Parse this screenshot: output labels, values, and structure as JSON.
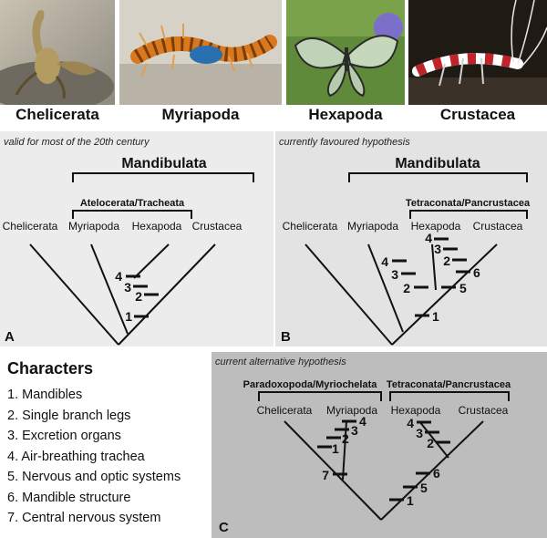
{
  "photos": [
    {
      "name": "Chelicerata",
      "image": "scorpion"
    },
    {
      "name": "Myriapoda",
      "image": "centipede"
    },
    {
      "name": "Hexapoda",
      "image": "glasswing-butterfly"
    },
    {
      "name": "Crustacea",
      "image": "banded-shrimp"
    }
  ],
  "panels": {
    "A": {
      "letter": "A",
      "caption": "valid for most of the 20th century",
      "clade_outer": "Mandibulata",
      "clade_inner": "Atelocerata/Tracheata",
      "taxa": [
        "Chelicerata",
        "Myriapoda",
        "Hexapoda",
        "Crustacea"
      ],
      "markers": [
        "4",
        "3",
        "2",
        "1"
      ]
    },
    "B": {
      "letter": "B",
      "caption": "currently favoured hypothesis",
      "clade_outer": "Mandibulata",
      "clade_inner": "Tetraconata/Pancrustacea",
      "taxa": [
        "Chelicerata",
        "Myriapoda",
        "Hexapoda",
        "Crustacea"
      ],
      "markers": [
        "4",
        "3",
        "2",
        "4",
        "3",
        "2",
        "6",
        "5",
        "1"
      ]
    },
    "C": {
      "letter": "C",
      "caption": "current alternative hypothesis",
      "clade_left": "Paradoxopoda/Myriochelata",
      "clade_right": "Tetraconata/Pancrustacea",
      "taxa": [
        "Chelicerata",
        "Myriapoda",
        "Hexapoda",
        "Crustacea"
      ],
      "markers": [
        "4",
        "3",
        "2",
        "1",
        "7",
        "4",
        "3",
        "2",
        "6",
        "5",
        "1"
      ]
    }
  },
  "characters": {
    "title": "Characters",
    "items": [
      "1. Mandibles",
      "2. Single branch legs",
      "3. Excretion organs",
      "4. Air-breathing trachea",
      "5. Nervous and optic systems",
      "6. Mandible structure",
      "7. Central nervous system"
    ]
  },
  "colors": {
    "line": "#111111",
    "panel_A_bg": "#ececec",
    "panel_B_bg": "#e3e3e3",
    "panel_C_bg": "#bdbdbd"
  }
}
